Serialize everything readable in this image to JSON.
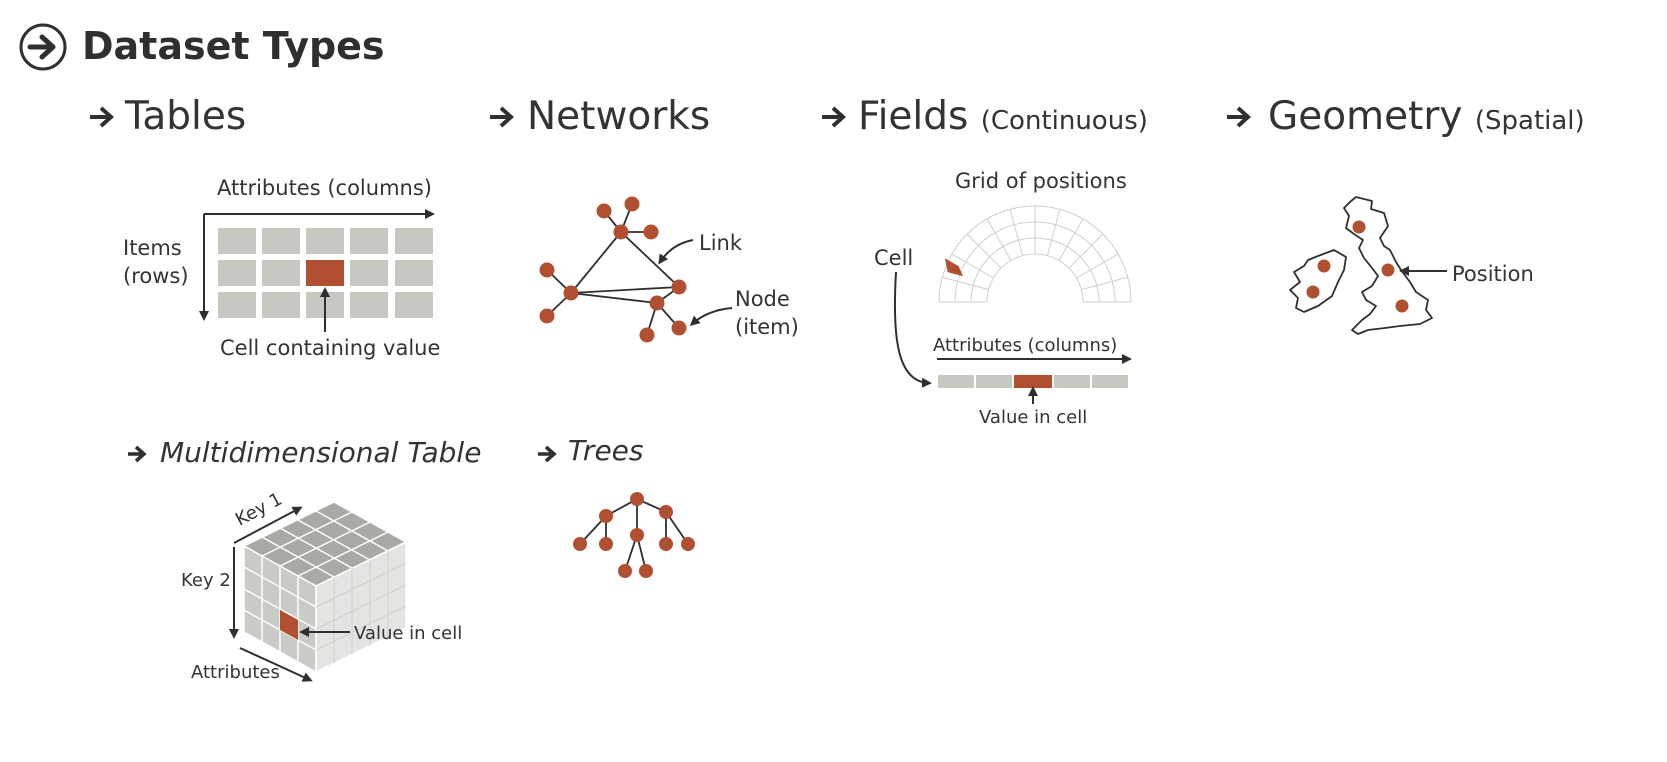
{
  "header": {
    "title": "Dataset Types"
  },
  "tables": {
    "heading": "Tables",
    "attributes_label": "Attributes (columns)",
    "items_label_line1": "Items",
    "items_label_line2": "(rows)",
    "cell_label": "Cell containing value"
  },
  "networks": {
    "heading": "Networks",
    "link_label": "Link",
    "node_label_line1": "Node",
    "node_label_line2": "(item)"
  },
  "fields": {
    "heading": "Fields",
    "heading_sub": "(Continuous)",
    "grid_label": "Grid of positions",
    "cell_label": "Cell",
    "attributes_label": "Attributes (columns)",
    "value_label": "Value in cell"
  },
  "geometry": {
    "heading": "Geometry",
    "heading_sub": "(Spatial)",
    "position_label": "Position"
  },
  "multidim": {
    "heading": "Multidimensional Table",
    "key1_label": "Key 1",
    "key2_label": "Key 2",
    "attributes_label": "Attributes",
    "value_label": "Value in cell"
  },
  "trees": {
    "heading": "Trees"
  },
  "colors": {
    "accent": "#b05030",
    "cell_gray": "#c8c8c3",
    "text": "#333333",
    "line": "#2f2f2f"
  }
}
